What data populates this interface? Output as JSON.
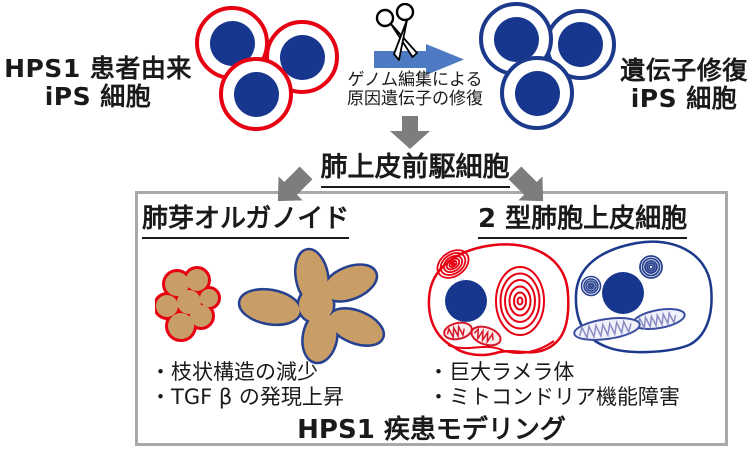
{
  "top_row": {
    "patient_label": {
      "line1": "HPS1 患者由来",
      "line2": "iPS 細胞"
    },
    "genome_edit_caption": {
      "line1": "ゲノム編集による",
      "line2": "原因遺伝子の修復"
    },
    "repaired_label": {
      "line1": "遺伝子修復",
      "line2": "iPS 細胞"
    }
  },
  "progenitor_label": "肺上皮前駆細胞",
  "modeling_box": {
    "organoid_panel": {
      "title": "肺芽オルガノイド",
      "bullets": [
        "・枝状構造の減少",
        "・TGF β の発現上昇"
      ]
    },
    "at2_panel": {
      "title": "2 型肺胞上皮細胞",
      "bullets": [
        "・巨大ラメラ体",
        "・ミトコンドリア機能障害"
      ]
    },
    "caption": "HPS1 疾患モデリング"
  },
  "colors": {
    "patient_cell_red": "#e60012",
    "repaired_cell_navy": "#1b3a8c",
    "nucleus_navy": "#17378f",
    "genome_arrow_blue": "#4e79c3",
    "organoid_tan": "#c99e66",
    "organoid_outline_blue": "#27408f",
    "flow_arrow_gray": "#7d7d7d",
    "box_border_gray": "#a9a9a9"
  }
}
